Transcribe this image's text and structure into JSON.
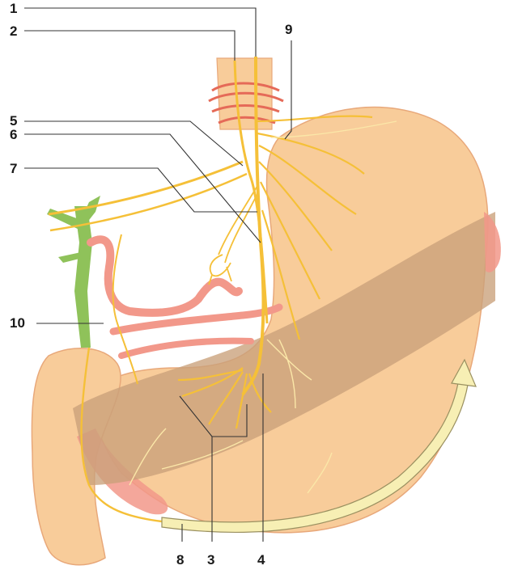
{
  "labels": {
    "l1": "1",
    "l2": "2",
    "l3": "3",
    "l4": "4",
    "l5": "5",
    "l6": "6",
    "l7": "7",
    "l8": "8",
    "l9": "9",
    "l10": "10"
  },
  "colors": {
    "stomach": "#f8cc9a",
    "stomach_edge": "#e8a87a",
    "shadow": "#c9a07a",
    "nerve": "#f5c038",
    "nerve_light": "#fbe7a8",
    "artery": "#f2988a",
    "artery_dark": "#e56a58",
    "bile_duct": "#8fc25a",
    "arrow_fill": "#f7efb4",
    "leader_line": "#333333"
  }
}
